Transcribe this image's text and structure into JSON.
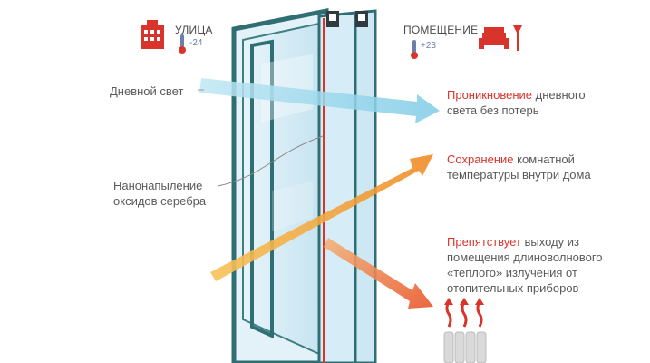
{
  "outside": {
    "title": "УЛИЦА",
    "temp": "-24",
    "icon": "building-icon"
  },
  "inside": {
    "title": "ПОМЕЩЕНИЕ",
    "temp": "+23",
    "icon": "sofa-lamp-icon"
  },
  "left_labels": {
    "daylight": "Дневной свет",
    "coating_line1": "Нанонапыление",
    "coating_line2": "оксидов серебра"
  },
  "benefits": [
    {
      "highlight": "Проникновение",
      "rest": " дневного",
      "line2": "света без потерь"
    },
    {
      "highlight": "Сохранение",
      "rest": " комнатной",
      "line2": "температуры внутри дома"
    },
    {
      "highlight": "Препятствует",
      "rest": " выходу из",
      "line2": "помещения длиноволнового",
      "line3": "«теплого» излучения от",
      "line4": "отопительных приборов"
    }
  ],
  "colors": {
    "highlight": "#d9342b",
    "frame": "#2f6f73",
    "glass": "#cfe8f4",
    "daylight_arrow": "#8fd3ea",
    "heat_arrow": "#f2a33a",
    "radiation_arrow": "#e8672a"
  }
}
